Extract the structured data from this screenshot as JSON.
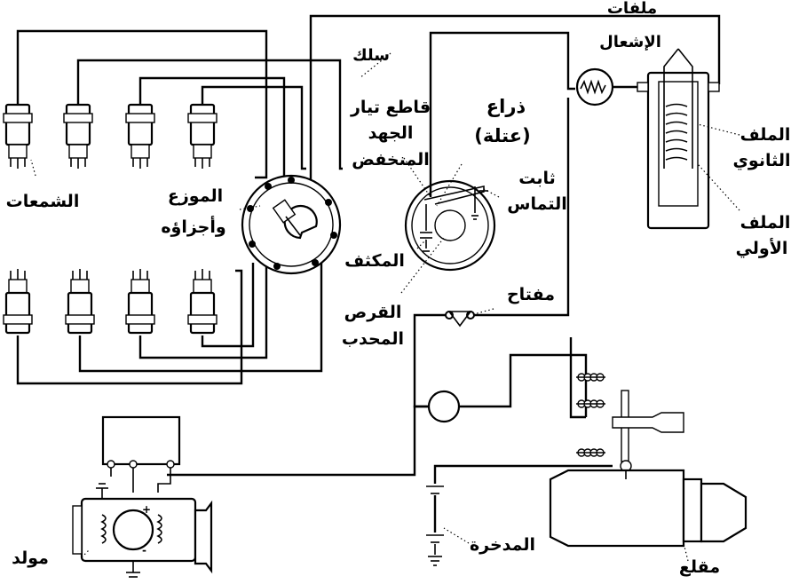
{
  "labels": {
    "coils": "ملفات",
    "ignition": "الإشعال",
    "wire": "سلك",
    "breaker": "قاطع تيار",
    "low_voltage_line1": "الجهد",
    "low_voltage_line2": "المنخفض",
    "arm_line1": "ذراع",
    "arm_line2": "(عتلة)",
    "contact_line1": "ثابت",
    "contact_line2": "التماس",
    "secondary_line1": "الملف",
    "secondary_line2": "الثانوي",
    "primary_line1": "الملف",
    "primary_line2": "الأولي",
    "spark_plugs": "الشمعات",
    "distributor_line1": "الموزع",
    "distributor_line2": "وأجزاؤه",
    "condenser": "المكثف",
    "cam_line1": "القرص",
    "cam_line2": "المحدب",
    "switch": "مفتاح",
    "battery": "المدخرة",
    "generator": "مولد",
    "starter": "مقلع"
  }
}
